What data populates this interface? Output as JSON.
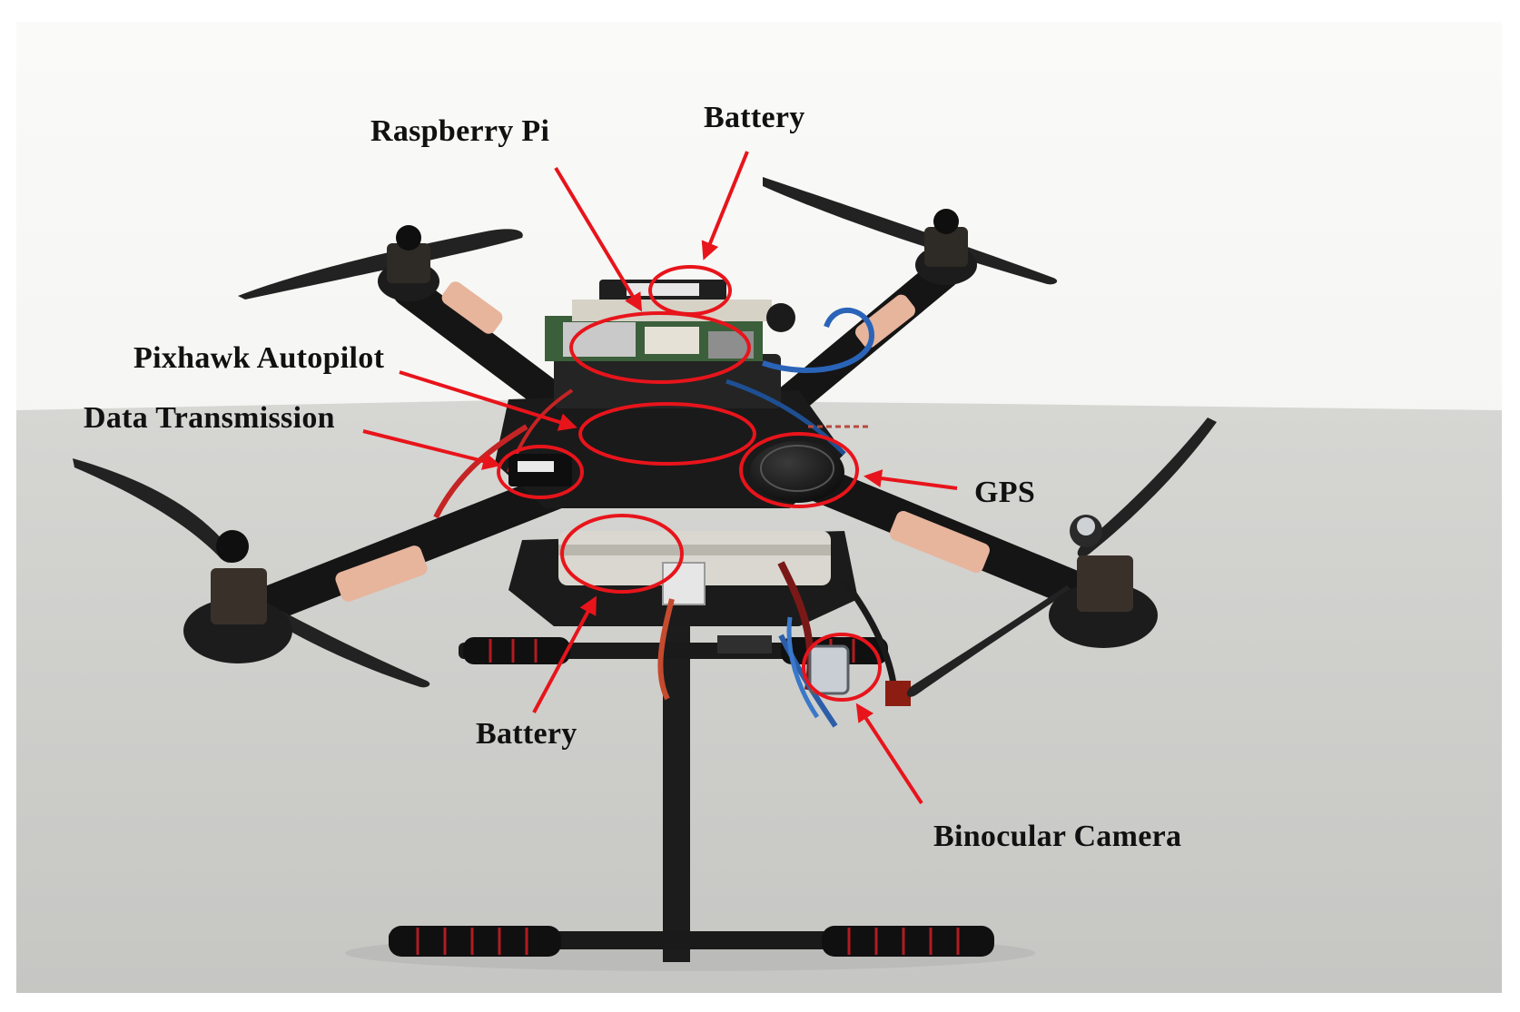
{
  "annotation_color": "#e8141b",
  "labels": {
    "raspberry_pi": "Raspberry Pi",
    "battery_top": "Battery",
    "pixhawk": "Pixhawk Autopilot",
    "data_transmission": "Data Transmission",
    "gps": "GPS",
    "battery_bottom": "Battery",
    "binocular_camera": "Binocular Camera"
  }
}
